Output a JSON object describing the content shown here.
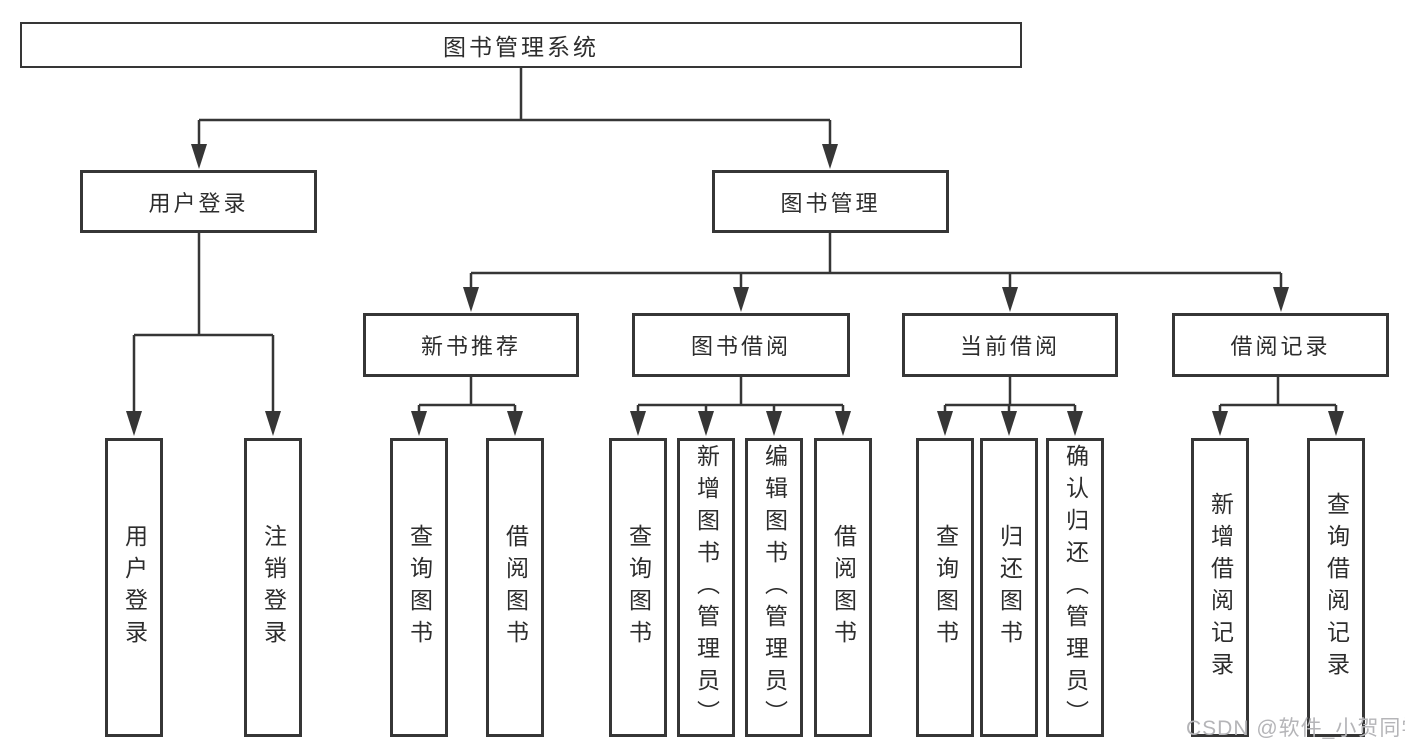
{
  "diagram": {
    "title": "图书管理系统",
    "level2": [
      "用户登录",
      "图书管理"
    ],
    "level3": [
      "新书推荐",
      "图书借阅",
      "当前借阅",
      "借阅记录"
    ],
    "leaves_user_login": [
      "用户登录",
      "注销登录"
    ],
    "leaves_new_books": [
      "查询图书",
      "借阅图书"
    ],
    "leaves_book_borrow": [
      "查询图书",
      "新增图书（管理员）",
      "编辑图书（管理员）",
      "借阅图书"
    ],
    "leaves_current_borrow": [
      "查询图书",
      "归还图书",
      "确认归还（管理员）"
    ],
    "leaves_borrow_records": [
      "新增借阅记录",
      "查询借阅记录"
    ],
    "watermark": "CSDN @软件_小贺同学",
    "colors": {
      "line": "#363636",
      "text": "#2d2d2d",
      "watermark": "#b5b5b8",
      "background": "#ffffff"
    }
  }
}
